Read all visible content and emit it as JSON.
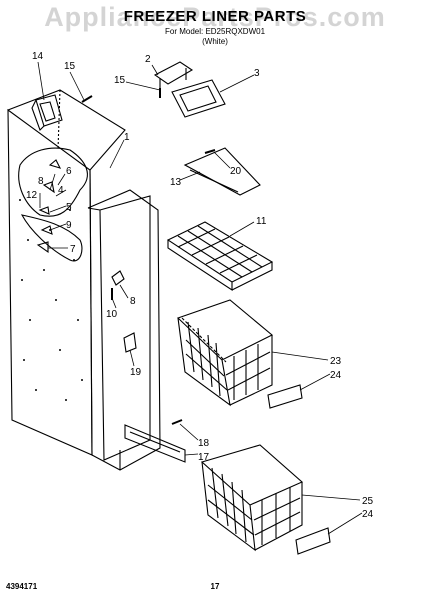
{
  "watermark": "AppliancePartsPros.com",
  "header": {
    "title": "FREEZER LINER PARTS",
    "subtitle_line1": "For Model: ED25RQXDW01",
    "subtitle_line2": "(White)"
  },
  "footer": {
    "doc_number": "4394171",
    "page_number": "17"
  },
  "callouts": {
    "c14": "14",
    "c15a": "15",
    "c2": "2",
    "c15b": "15",
    "c3": "3",
    "c1": "1",
    "c8a": "8",
    "c6": "6",
    "c4": "4",
    "c12": "12",
    "c5": "5",
    "c9": "9",
    "c7": "7",
    "c20": "20",
    "c13": "13",
    "c11": "11",
    "c8b": "8",
    "c10": "10",
    "c19": "19",
    "c23": "23",
    "c24a": "24",
    "c18": "18",
    "c17": "17",
    "c25": "25",
    "c24b": "24"
  }
}
